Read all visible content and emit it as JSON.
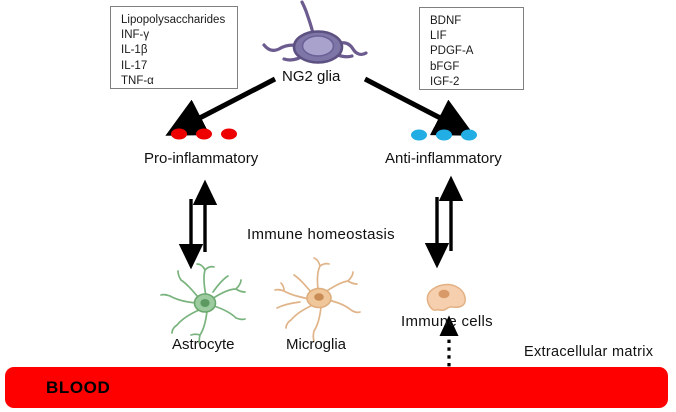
{
  "diagram": {
    "title_cell": "NG2 glia",
    "pro_box": {
      "name": "pro-inflammatory-factors",
      "items": [
        "Lipopolysaccharides",
        "INF-γ",
        "IL-1β",
        "IL-17",
        "TNF-α"
      ]
    },
    "anti_box": {
      "name": "anti-inflammatory-factors",
      "items": [
        "BDNF",
        "LIF",
        "PDGF-A",
        "bFGF",
        "IGF-2"
      ]
    },
    "branches": {
      "pro_label": "Pro-inflammatory",
      "anti_label": "Anti-inflammatory",
      "pro_dot_count": 3,
      "anti_dot_count": 3,
      "pro_dot_color": "#ee0000",
      "anti_dot_color": "#22aee4"
    },
    "homeostasis_label": "Immune homeostasis",
    "cells": [
      {
        "label": "Astrocyte",
        "color": "#6aa86e"
      },
      {
        "label": "Microglia",
        "color": "#e2b07e"
      },
      {
        "label": "Immune  cells",
        "color": "#f0c3a0"
      }
    ],
    "extracellular_matrix_label": "Extracellular matrix",
    "blood": {
      "label": "BLOOD",
      "color": "#ff0000"
    },
    "ng2_cell_colors": {
      "membrane": "#6b5b8e",
      "nucleus": "#9b92c4"
    }
  }
}
